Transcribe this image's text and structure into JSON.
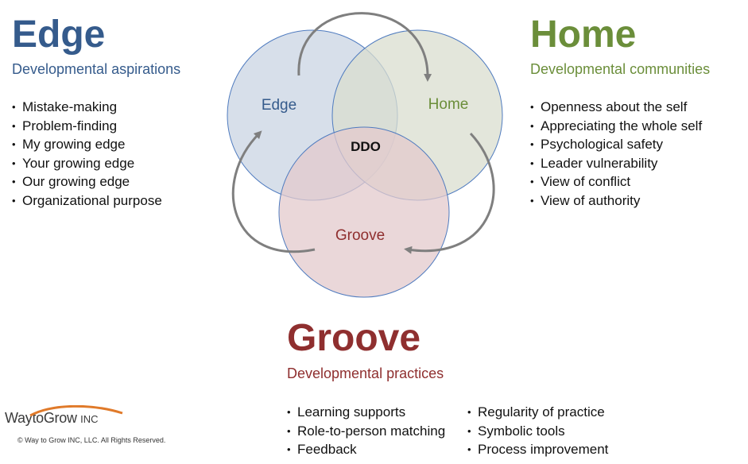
{
  "edge": {
    "title": "Edge",
    "subtitle": "Developmental aspirations",
    "color": "#355b8c",
    "items": [
      "Mistake-making",
      "Problem-finding",
      "My growing edge",
      "Your growing edge",
      "Our growing edge",
      "Organizational purpose"
    ]
  },
  "home": {
    "title": "Home",
    "subtitle": "Developmental communities",
    "color": "#6b8e3a",
    "items": [
      "Openness about the self",
      "Appreciating the whole self",
      "Psychological safety",
      "Leader vulnerability",
      "View of conflict",
      "View of authority"
    ]
  },
  "groove": {
    "title": "Groove",
    "subtitle": "Developmental practices",
    "color": "#8f2f2f",
    "items_left": [
      "Learning supports",
      "Role-to-person matching",
      "Feedback"
    ],
    "items_right": [
      "Regularity of practice",
      "Symbolic tools",
      "Process improvement"
    ]
  },
  "venn": {
    "edge_label": "Edge",
    "home_label": "Home",
    "groove_label": "Groove",
    "center_label": "DDO",
    "edge_fill": "#c9d4e3",
    "home_fill": "#d9ddcf",
    "groove_fill": "#e3c9cc",
    "outline": "#4f7bbf",
    "arrow_color": "#7f7f7f"
  },
  "footer": {
    "logo_way": "Way",
    "logo_to_grow": "toGrow",
    "logo_inc": "INC",
    "copyright": "© Way to Grow INC, LLC. All Rights Reserved."
  }
}
